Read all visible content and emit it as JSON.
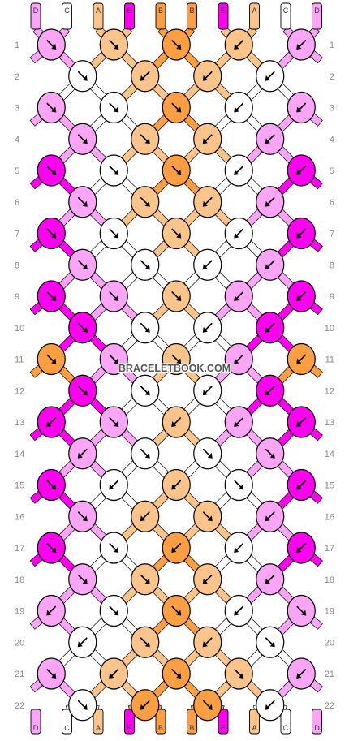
{
  "site_watermark": "BRACELETBOOK.COM",
  "colors": {
    "A": "#fbc48a",
    "B": "#fc9e42",
    "C": "#ffffff",
    "D": "#fba5f6",
    "E": "#ff00f0"
  },
  "outline_color": "#000000",
  "row_label_color": "#888888",
  "strings": {
    "top": [
      "D",
      "C",
      "A",
      "E",
      "B",
      "B",
      "E",
      "A",
      "C",
      "D"
    ],
    "bottom": [
      "D",
      "C",
      "A",
      "E",
      "B",
      "B",
      "E",
      "A",
      "C",
      "D"
    ]
  },
  "row_labels": [
    "1",
    "2",
    "3",
    "4",
    "5",
    "6",
    "7",
    "8",
    "9",
    "10",
    "11",
    "12",
    "13",
    "14",
    "15",
    "16",
    "17",
    "18",
    "19",
    "20",
    "21",
    "22"
  ],
  "knot_rows": [
    [
      [
        "D",
        "r"
      ],
      [
        "A",
        "r"
      ],
      [
        "B",
        "r"
      ],
      [
        "A",
        "l"
      ],
      [
        "D",
        "l"
      ]
    ],
    [
      [
        "C",
        "r"
      ],
      [
        "A",
        "l"
      ],
      [
        "A",
        "l"
      ],
      [
        "C",
        "l"
      ]
    ],
    [
      [
        "D",
        "r"
      ],
      [
        "C",
        "r"
      ],
      [
        "B",
        "r"
      ],
      [
        "C",
        "l"
      ],
      [
        "D",
        "l"
      ]
    ],
    [
      [
        "D",
        "r"
      ],
      [
        "A",
        "r"
      ],
      [
        "A",
        "l"
      ],
      [
        "D",
        "l"
      ]
    ],
    [
      [
        "E",
        "r"
      ],
      [
        "C",
        "r"
      ],
      [
        "B",
        "r"
      ],
      [
        "C",
        "l"
      ],
      [
        "E",
        "l"
      ]
    ],
    [
      [
        "D",
        "r"
      ],
      [
        "A",
        "r"
      ],
      [
        "A",
        "l"
      ],
      [
        "D",
        "l"
      ]
    ],
    [
      [
        "E",
        "r"
      ],
      [
        "C",
        "r"
      ],
      [
        "A",
        "r"
      ],
      [
        "C",
        "l"
      ],
      [
        "E",
        "l"
      ]
    ],
    [
      [
        "D",
        "r"
      ],
      [
        "C",
        "r"
      ],
      [
        "C",
        "l"
      ],
      [
        "D",
        "l"
      ]
    ],
    [
      [
        "E",
        "r"
      ],
      [
        "D",
        "r"
      ],
      [
        "A",
        "r"
      ],
      [
        "D",
        "l"
      ],
      [
        "E",
        "l"
      ]
    ],
    [
      [
        "E",
        "r"
      ],
      [
        "C",
        "r"
      ],
      [
        "C",
        "l"
      ],
      [
        "E",
        "l"
      ]
    ],
    [
      [
        "B",
        "r"
      ],
      [
        "D",
        "r"
      ],
      [
        "A",
        "r"
      ],
      [
        "D",
        "l"
      ],
      [
        "B",
        "l"
      ]
    ],
    [
      [
        "E",
        "r"
      ],
      [
        "C",
        "r"
      ],
      [
        "C",
        "l"
      ],
      [
        "E",
        "l"
      ]
    ],
    [
      [
        "E",
        "l"
      ],
      [
        "D",
        "r"
      ],
      [
        "A",
        "l"
      ],
      [
        "D",
        "l"
      ],
      [
        "E",
        "l"
      ]
    ],
    [
      [
        "D",
        "l"
      ],
      [
        "C",
        "r"
      ],
      [
        "C",
        "r"
      ],
      [
        "D",
        "r"
      ]
    ],
    [
      [
        "E",
        "r"
      ],
      [
        "C",
        "l"
      ],
      [
        "A",
        "l"
      ],
      [
        "C",
        "r"
      ],
      [
        "E",
        "l"
      ]
    ],
    [
      [
        "D",
        "r"
      ],
      [
        "A",
        "l"
      ],
      [
        "A",
        "r"
      ],
      [
        "D",
        "l"
      ]
    ],
    [
      [
        "E",
        "r"
      ],
      [
        "C",
        "r"
      ],
      [
        "B",
        "l"
      ],
      [
        "C",
        "l"
      ],
      [
        "E",
        "l"
      ]
    ],
    [
      [
        "D",
        "r"
      ],
      [
        "A",
        "r"
      ],
      [
        "A",
        "l"
      ],
      [
        "D",
        "l"
      ]
    ],
    [
      [
        "D",
        "l"
      ],
      [
        "C",
        "r"
      ],
      [
        "B",
        "r"
      ],
      [
        "C",
        "l"
      ],
      [
        "D",
        "r"
      ]
    ],
    [
      [
        "C",
        "l"
      ],
      [
        "A",
        "r"
      ],
      [
        "A",
        "l"
      ],
      [
        "C",
        "r"
      ]
    ],
    [
      [
        "D",
        "r"
      ],
      [
        "A",
        "l"
      ],
      [
        "B",
        "r"
      ],
      [
        "A",
        "r"
      ],
      [
        "D",
        "l"
      ]
    ],
    [
      [
        "C",
        "r"
      ],
      [
        "B",
        "l"
      ],
      [
        "B",
        "r"
      ],
      [
        "C",
        "l"
      ]
    ]
  ]
}
